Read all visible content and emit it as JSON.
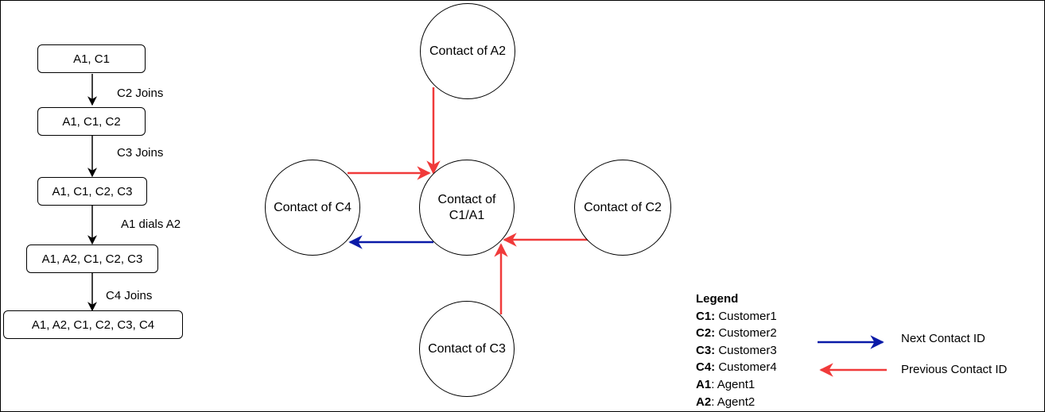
{
  "flow": {
    "states": [
      "A1, C1",
      "A1, C1, C2",
      "A1, C1, C2, C3",
      "A1, A2, C1, C2, C3",
      "A1, A2, C1, C2, C3, C4"
    ],
    "events": [
      "C2 Joins",
      "C3 Joins",
      "A1 dials A2",
      "C4 Joins"
    ]
  },
  "nodes": {
    "a2": "Contact of A2",
    "c4": "Contact of C4",
    "center_line1": "Contact of",
    "center_line2": "C1/A1",
    "c2": "Contact of C2",
    "c3": "Contact of C3"
  },
  "legend": {
    "title": "Legend",
    "items": [
      {
        "code": "C1:",
        "name": "Customer1",
        "bold_colon": true
      },
      {
        "code": "C2:",
        "name": "Customer2",
        "bold_colon": true
      },
      {
        "code": "C3:",
        "name": "Customer3",
        "bold_colon": true
      },
      {
        "code": "C4:",
        "name": "Customer4",
        "bold_colon": true
      },
      {
        "code": "A1",
        "name": ": Agent1",
        "bold_colon": false
      },
      {
        "code": "A2",
        "name": ": Agent2",
        "bold_colon": false
      }
    ],
    "next_label": "Next Contact ID",
    "prev_label": "Previous Contact ID"
  },
  "colors": {
    "next": "#0a1aa8",
    "previous": "#f03a3a",
    "flow_arrow": "#000000"
  }
}
